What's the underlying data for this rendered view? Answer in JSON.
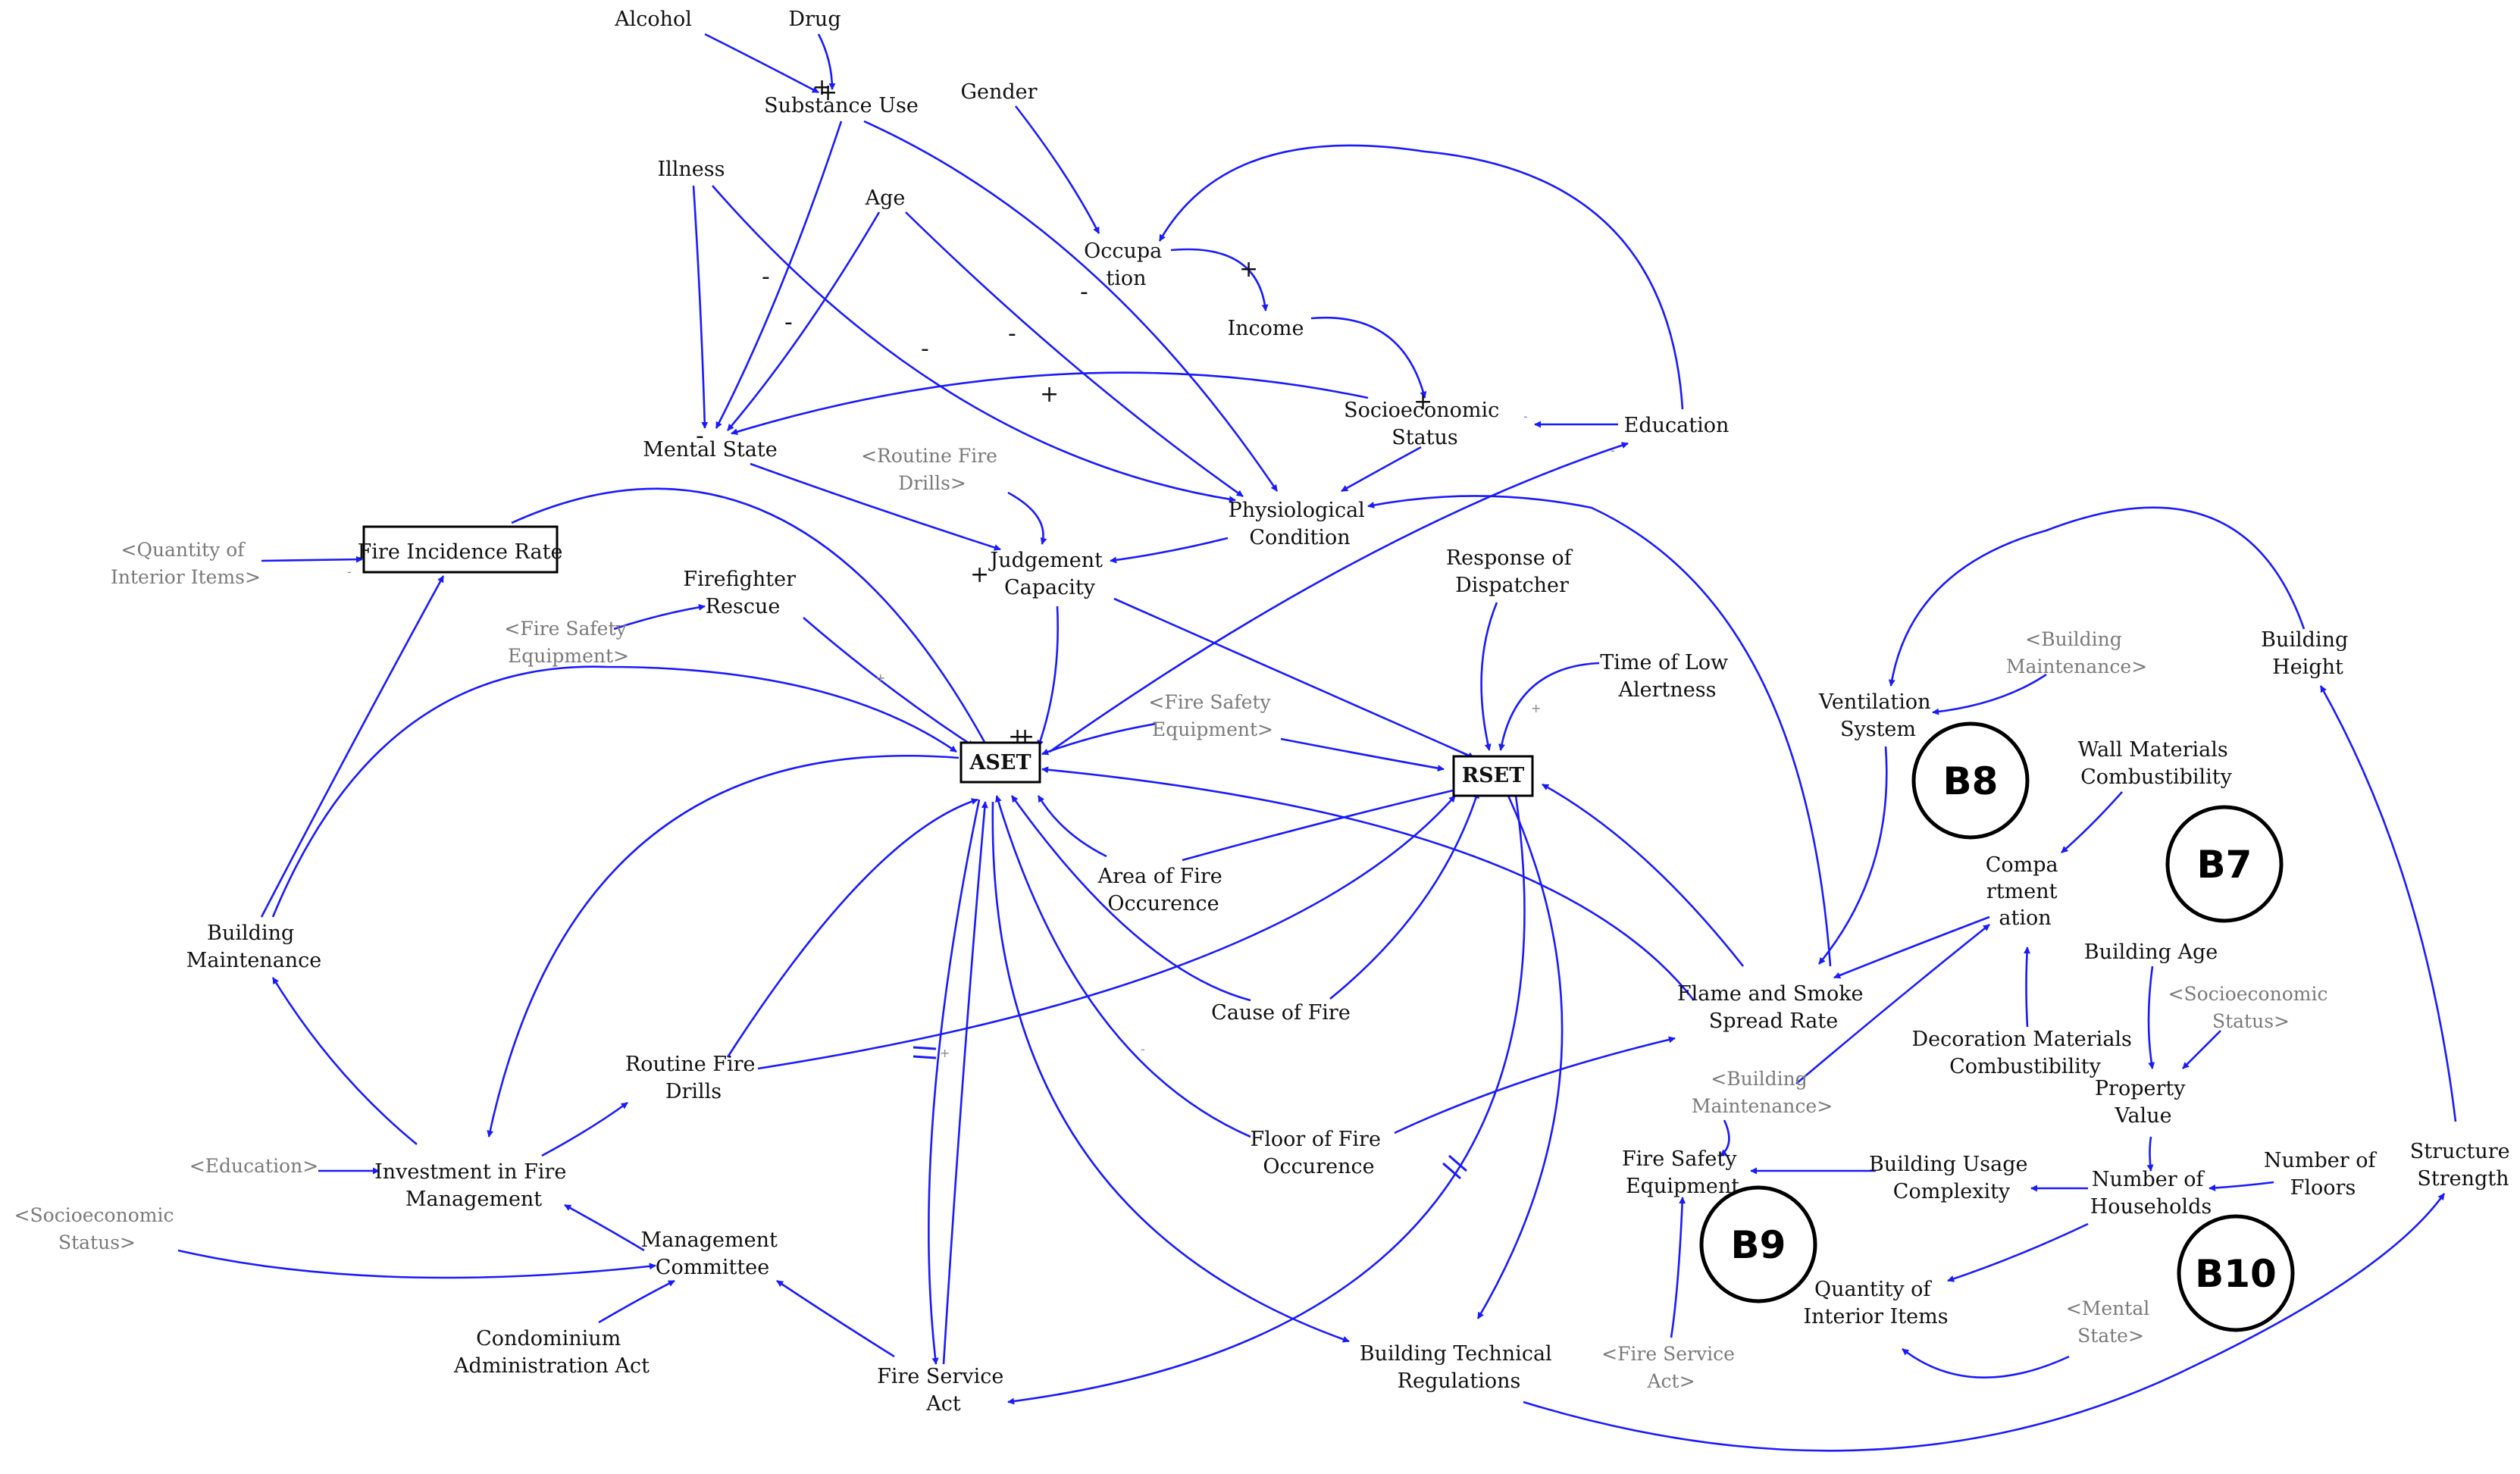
{
  "nodes": {
    "alcohol": "Alcohol",
    "drug": "Drug",
    "substance_use": "Substance Use",
    "gender": "Gender",
    "illness": "Illness",
    "age": "Age",
    "occupation": [
      "Occupa",
      "tion"
    ],
    "income": "Income",
    "socioeconomic_status": [
      "Socioeconomic",
      "Status"
    ],
    "education": "Education",
    "mental_state": "Mental State",
    "routine_fire_drills_shadow": [
      "<Routine Fire",
      "Drills>"
    ],
    "physiological_condition": [
      "Physiological",
      "Condition"
    ],
    "quantity_interior_shadow": [
      "<Quantity of",
      "Interior Items>"
    ],
    "fire_incidence_rate": "Fire Incidence Rate",
    "judgement_capacity": [
      "Judgement",
      "Capacity"
    ],
    "firefighter_rescue": [
      "Firefighter",
      "Rescue"
    ],
    "fire_safety_equipment_shadow_1": [
      "<Fire Safety",
      "Equipment>"
    ],
    "response_of_dispatcher": [
      "Response of",
      "Dispatcher"
    ],
    "time_of_low_alertness": [
      "Time of Low",
      "Alertness"
    ],
    "fire_safety_equipment_shadow_2": [
      "<Fire Safety",
      "Equipment>"
    ],
    "aset": "ASET",
    "rset": "RSET",
    "building_maintenance_shadow_1": [
      "<Building",
      "Maintenance>"
    ],
    "building_height": [
      "Building",
      "Height"
    ],
    "ventilation_system": [
      "Ventilation",
      "System"
    ],
    "wall_materials_combustibility": [
      "Wall Materials",
      "Combustibility"
    ],
    "area_of_fire_occurence": [
      "Area of Fire",
      "Occurence"
    ],
    "building_maintenance": [
      "Building",
      "Maintenance"
    ],
    "compartmentation": [
      "Compa",
      "rtment",
      "ation"
    ],
    "building_age": "Building Age",
    "socioeconomic_status_shadow_1": [
      "<Socioeconomic",
      "Status>"
    ],
    "cause_of_fire": "Cause of Fire",
    "flame_and_smoke_spread_rate": [
      "Flame and Smoke",
      "Spread Rate"
    ],
    "decoration_materials_combustibility": [
      "Decoration Materials",
      "Combustibility"
    ],
    "routine_fire_drills": [
      "Routine Fire",
      "Drills"
    ],
    "property_value": [
      "Property",
      "Value"
    ],
    "building_maintenance_shadow_2": [
      "<Building",
      "Maintenance>"
    ],
    "education_shadow": "<Education>",
    "investment_in_fire_management": [
      "Investment in Fire",
      "Management"
    ],
    "floor_of_fire_occurence": [
      "Floor of Fire",
      "Occurence"
    ],
    "fire_safety_equipment": [
      "Fire Safety",
      "Equipment"
    ],
    "building_usage_complexity": [
      "Building Usage",
      "Complexity"
    ],
    "number_of_floors": [
      "Number of",
      "Floors"
    ],
    "structure_strength": [
      "Structure",
      "Strength"
    ],
    "number_of_households": [
      "Number of",
      "Households"
    ],
    "socioeconomic_status_shadow_2": [
      "<Socioeconomic",
      "Status>"
    ],
    "management_committee": [
      "Management",
      "Committee"
    ],
    "quantity_of_interior_items": [
      "Quantity of",
      "Interior Items"
    ],
    "mental_state_shadow": [
      "<Mental",
      "State>"
    ],
    "condominium_administration_act": [
      "Condominium",
      "Administration Act"
    ],
    "fire_service_act_shadow": [
      "<Fire Service",
      "Act>"
    ],
    "fire_service_act": [
      "Fire Service",
      "Act"
    ],
    "building_technical_regulations": [
      "Building Technical",
      "Regulations"
    ]
  },
  "loops": {
    "b7": "B7",
    "b8": "B8",
    "b9": "B9",
    "b10": "B10"
  },
  "polarity": {
    "plus": "+",
    "minus": "-"
  },
  "colors": {
    "link": "#1a1aff",
    "shadow_text": "#7a7a7a",
    "node_text": "#111111"
  }
}
